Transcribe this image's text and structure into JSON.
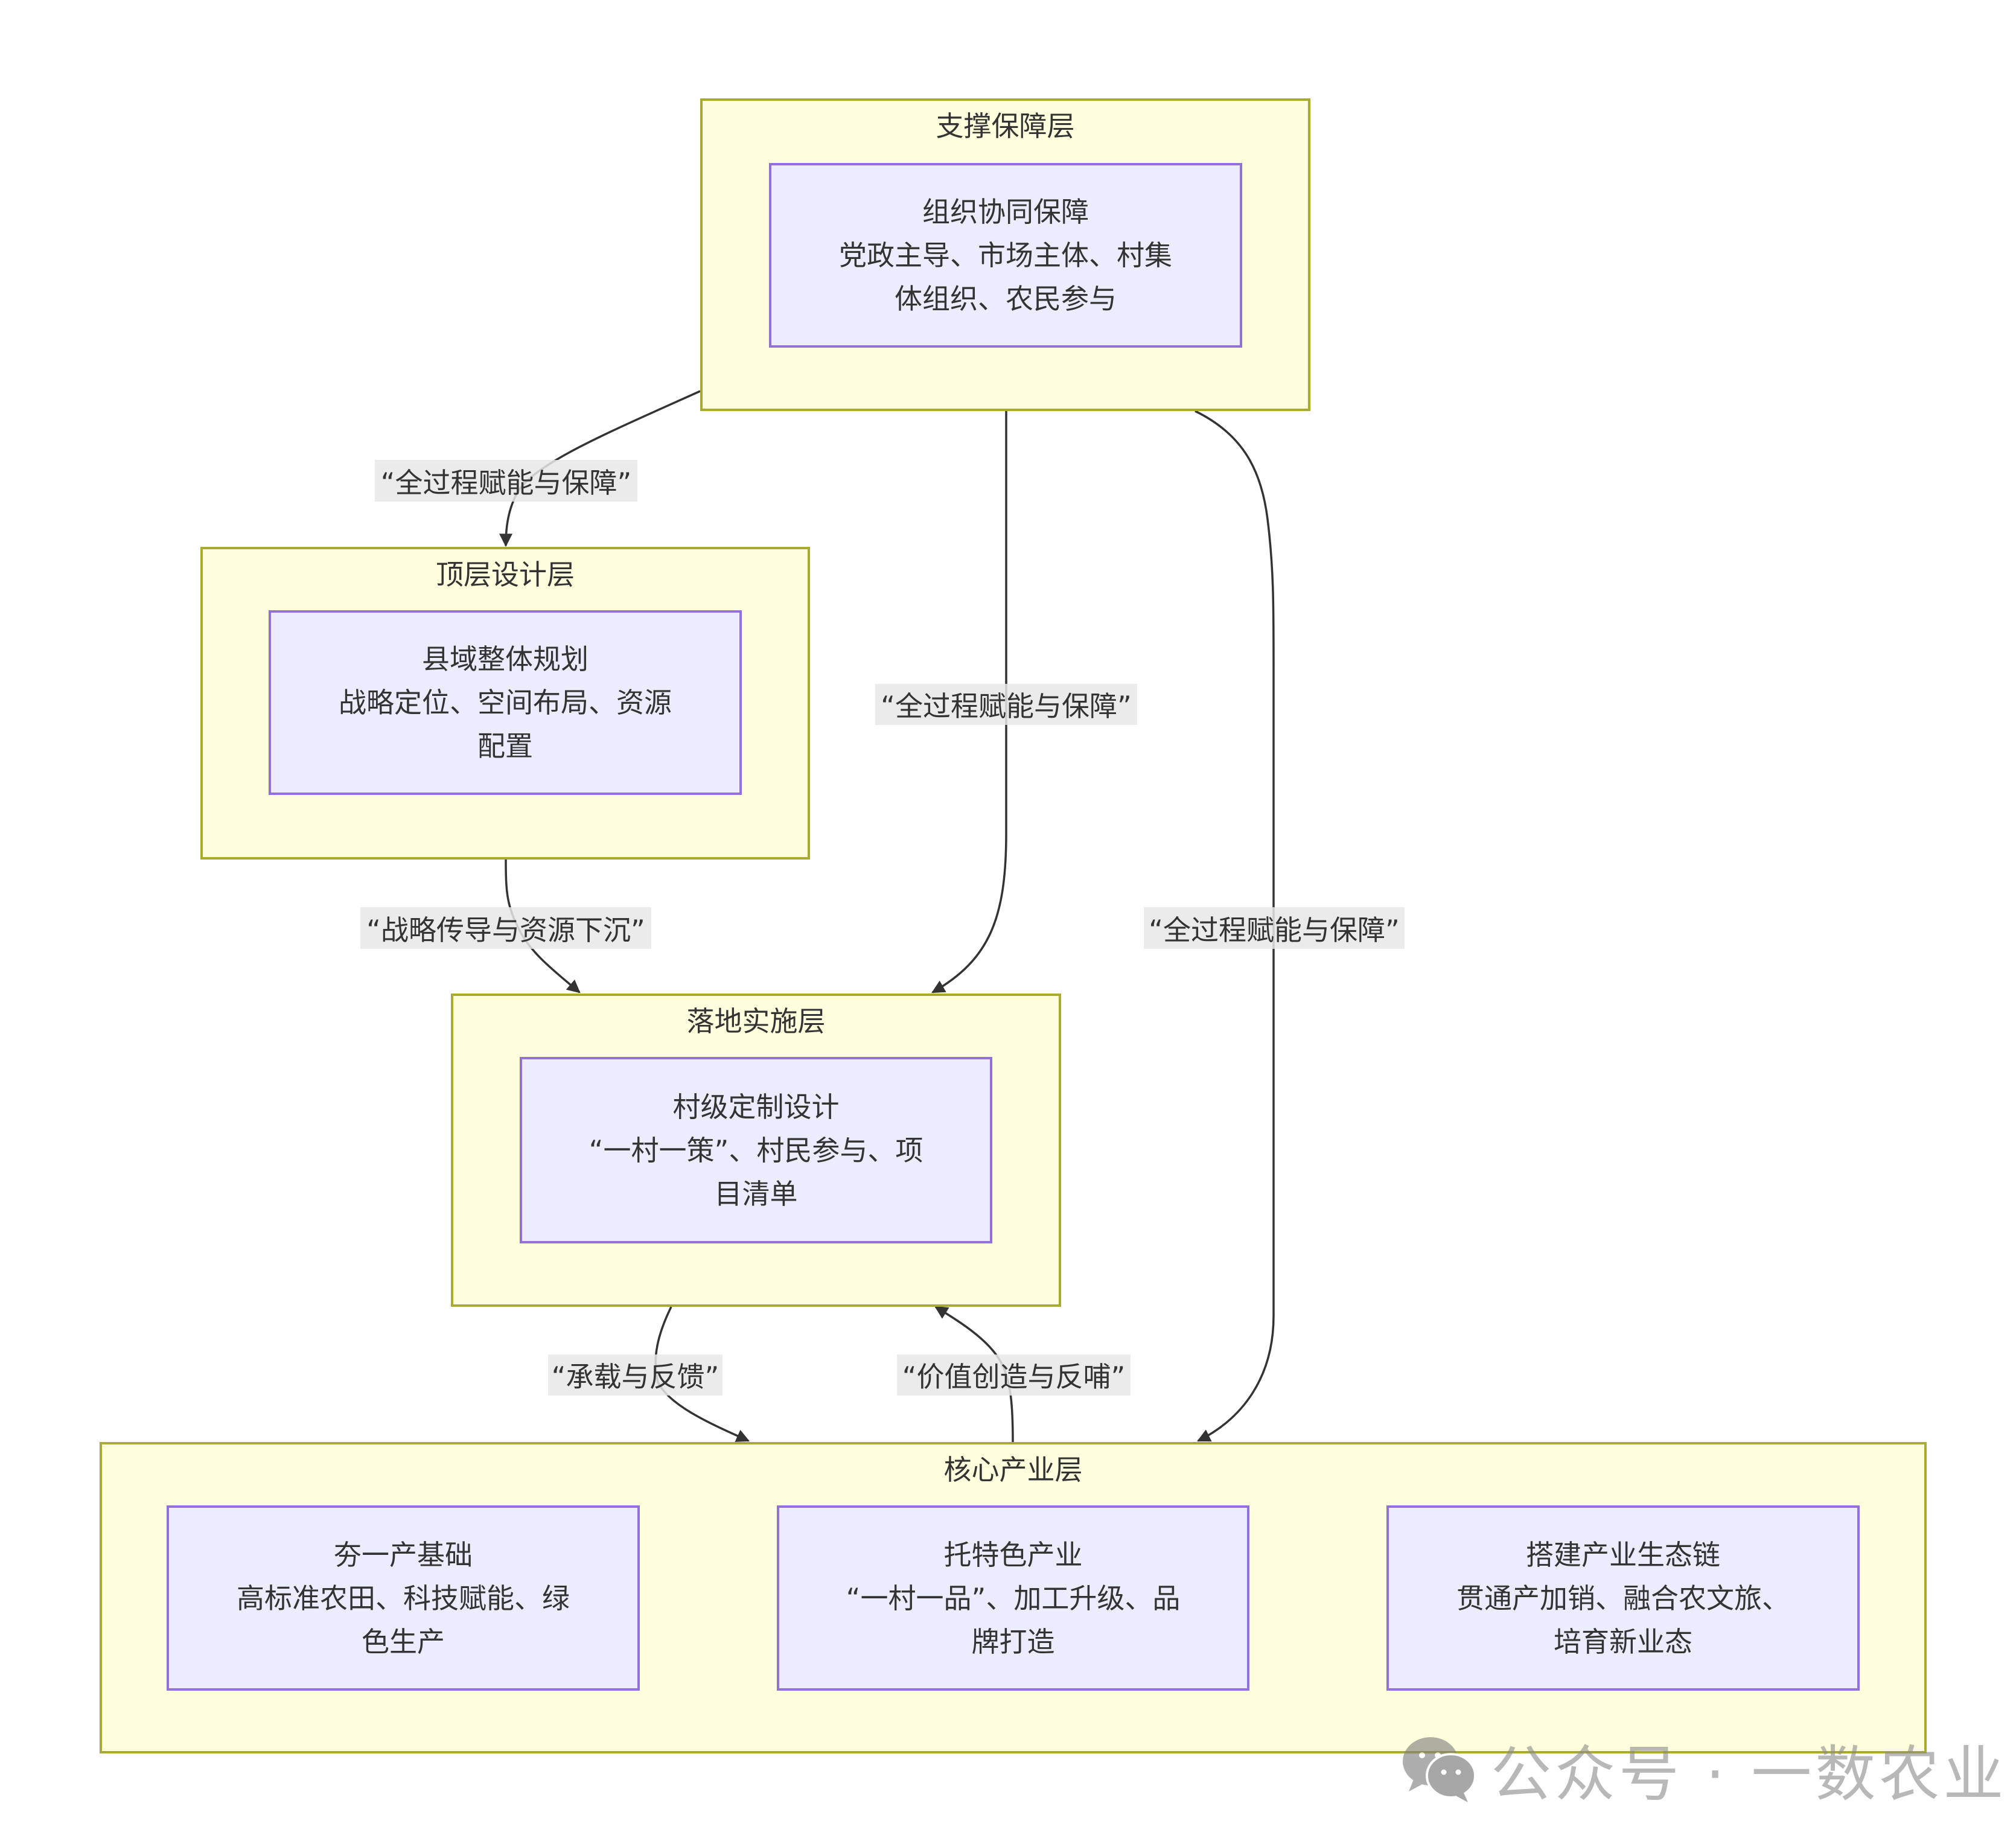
{
  "layers": {
    "support": {
      "title": "支撑保障层",
      "node": {
        "lines": [
          "组织协同保障",
          "党政主导、市场主体、村集",
          "体组织、农民参与"
        ]
      }
    },
    "top_design": {
      "title": "顶层设计层",
      "node": {
        "lines": [
          "县域整体规划",
          "战略定位、空间布局、资源",
          "配置"
        ]
      }
    },
    "implementation": {
      "title": "落地实施层",
      "node": {
        "lines": [
          "村级定制设计",
          "“一村一策”、村民参与、项",
          "目清单"
        ]
      }
    },
    "core_industry": {
      "title": "核心产业层",
      "nodes": [
        {
          "lines": [
            "夯一产基础",
            "高标准农田、科技赋能、绿",
            "色生产"
          ]
        },
        {
          "lines": [
            "托特色产业",
            "“一村一品”、加工升级、品",
            "牌打造"
          ]
        },
        {
          "lines": [
            "搭建产业生态链",
            "贯通产加销、融合农文旅、",
            "培育新业态"
          ]
        }
      ]
    }
  },
  "edges": [
    {
      "from": "support",
      "to": "top_design",
      "label": "“全过程赋能与保障”"
    },
    {
      "from": "support",
      "to": "implementation",
      "label": "“全过程赋能与保障”"
    },
    {
      "from": "support",
      "to": "core_industry",
      "label": "“全过程赋能与保障”"
    },
    {
      "from": "top_design",
      "to": "implementation",
      "label": "“战略传导与资源下沉”"
    },
    {
      "from": "implementation",
      "to": "core_industry",
      "label": "“承载与反馈”"
    },
    {
      "from": "core_industry",
      "to": "implementation",
      "label": "“价值创造与反哺”"
    }
  ],
  "colors": {
    "layer_fill": "#ffffde",
    "layer_border": "#aaaa33",
    "node_fill": "#ececff",
    "node_border": "#9370db",
    "edge": "#333333",
    "label_bg": "#e8e8e8"
  },
  "watermark": {
    "icon": "wechat-icon",
    "text": "公众号 · 一数农业"
  }
}
